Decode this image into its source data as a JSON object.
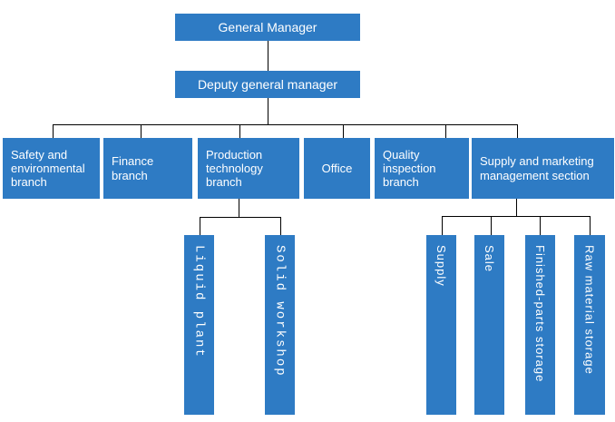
{
  "diagram": {
    "type": "org-chart",
    "org": {
      "general_manager": {
        "label": "General Manager"
      },
      "deputy": {
        "label": "Deputy general manager"
      },
      "branches": [
        {
          "label": "Safety and environmental branch"
        },
        {
          "label": "Finance branch"
        },
        {
          "label": "Production technology branch"
        },
        {
          "label": "Office"
        },
        {
          "label": "Quality inspection branch"
        },
        {
          "label": "Supply and marketing management section"
        }
      ],
      "production_units": [
        {
          "label": "Liquid plant"
        },
        {
          "label": "Solid workshop"
        }
      ],
      "supply_units": [
        {
          "label": "Supply"
        },
        {
          "label": "Sale"
        },
        {
          "label": "Finished-parts storage"
        },
        {
          "label": "Raw material storage"
        }
      ]
    },
    "colors": {
      "box_fill": "#2E7BC4",
      "box_text": "#FFFFFF",
      "connector": "#000000",
      "background": "#FFFFFF"
    }
  }
}
